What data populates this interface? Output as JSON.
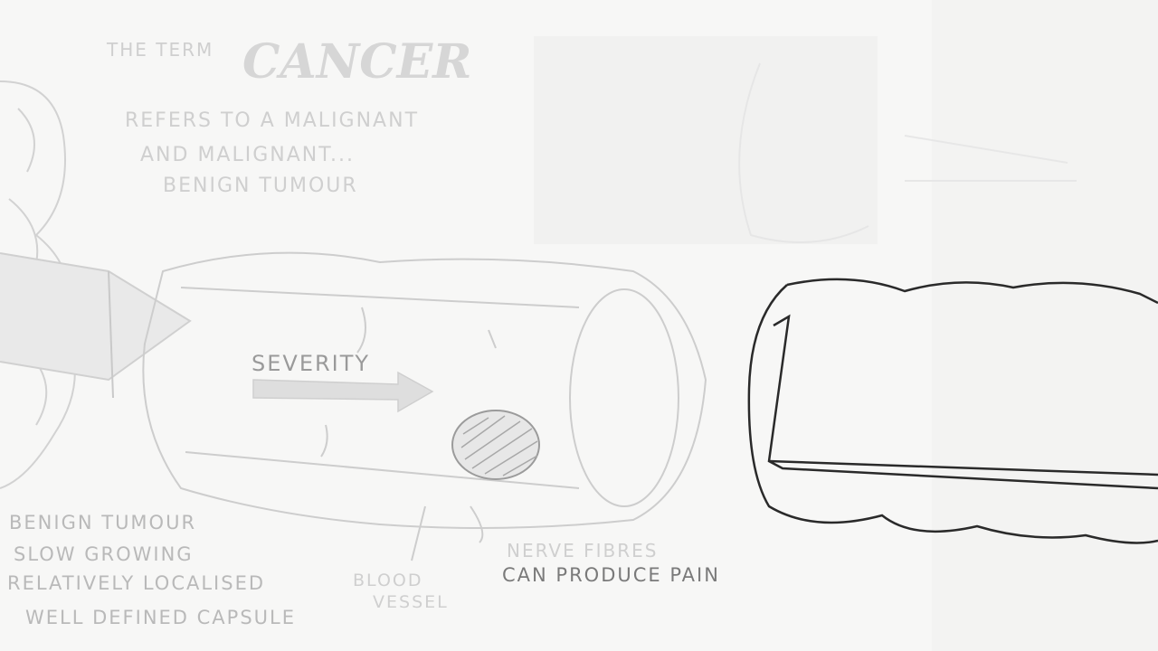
{
  "heading": {
    "prefix": "THE TERM",
    "word": "CANCER",
    "lines": [
      "REFERS TO A MALIGNANT",
      "AND MALIGNANT...",
      "BENIGN TUMOUR"
    ]
  },
  "severity_label": "SEVERITY",
  "benign_notes": [
    "BENIGN TUMOUR",
    "SLOW GROWING",
    "RELATIVELY LOCALISED",
    "WELL DEFINED CAPSULE"
  ],
  "blood_vessel_label": [
    "BLOOD",
    "VESSEL"
  ],
  "nerve_notes": [
    "NERVE FIBRES",
    "CAN PRODUCE PAIN"
  ],
  "colors": {
    "paper": "#f7f7f6",
    "faint_ink": "#cfcfcf",
    "dark_ink": "#2a2a2a",
    "arrow": "#d8d8d8"
  }
}
